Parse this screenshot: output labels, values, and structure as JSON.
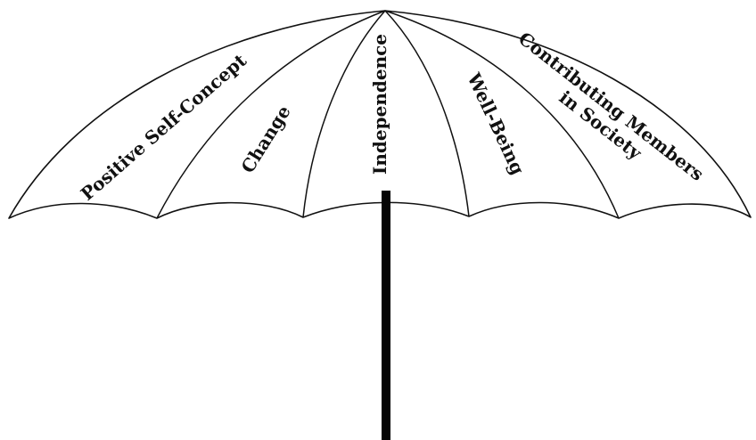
{
  "diagram": {
    "type": "umbrella",
    "panels": [
      {
        "label_lines": [
          "Positive Self-Concept"
        ]
      },
      {
        "label_lines": [
          "Change"
        ]
      },
      {
        "label_lines": [
          "Independence"
        ]
      },
      {
        "label_lines": [
          "Well-Being"
        ]
      },
      {
        "label_lines": [
          "Contributing Members",
          "in Society"
        ]
      }
    ],
    "colors": {
      "line": "#111111",
      "shaft": "#050505",
      "background": "#ffffff"
    }
  }
}
